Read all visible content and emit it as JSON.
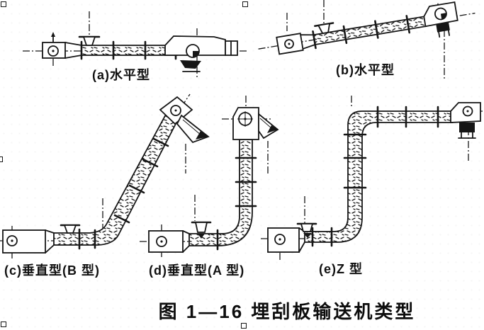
{
  "page": {
    "paper_color": "#ffffff",
    "ink_color": "#161616",
    "crop_mark_count": 5
  },
  "figure": {
    "caption": "图 1—16  埋刮板输送机类型",
    "panels": [
      {
        "key": "a",
        "label": "(a)水平型"
      },
      {
        "key": "b",
        "label": "(b)水平型"
      },
      {
        "key": "c",
        "label": "(c)垂直型(B 型)"
      },
      {
        "key": "d",
        "label": "(d)垂直型(A 型)"
      },
      {
        "key": "e",
        "label": "(e)Z 型"
      }
    ]
  }
}
